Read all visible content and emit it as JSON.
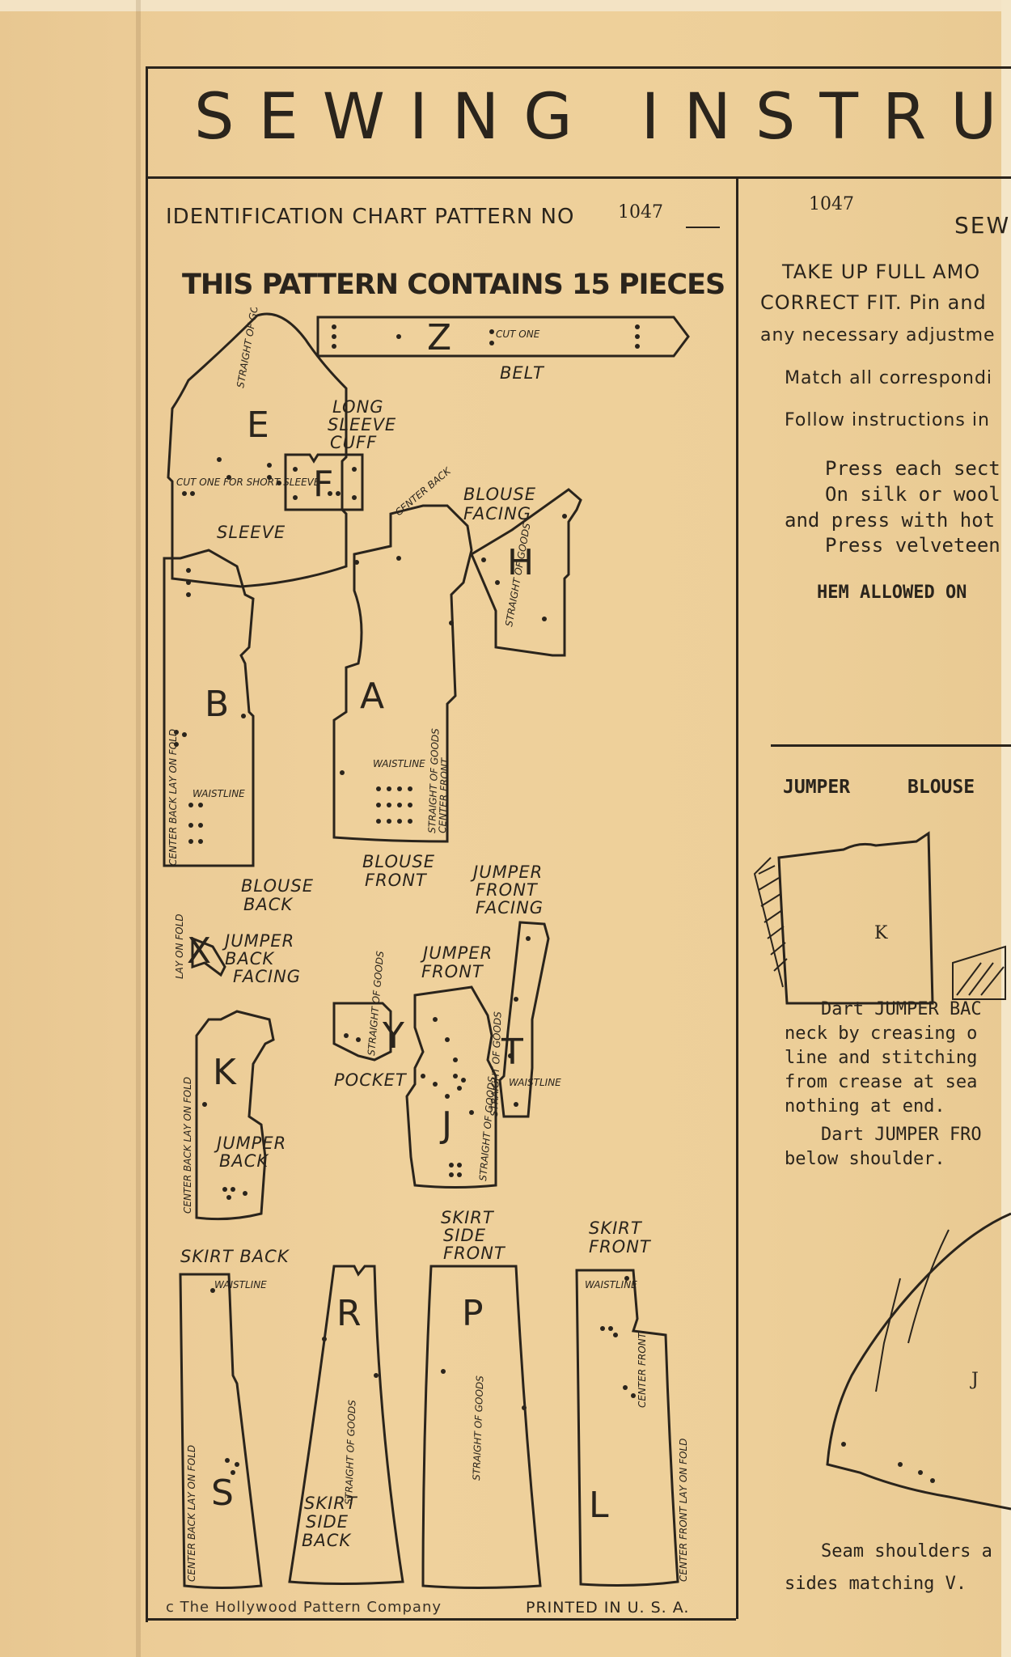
{
  "header": {
    "title": "SEWING INSTRU"
  },
  "chart": {
    "heading": "IDENTIFICATION CHART PATTERN NO",
    "pattern_no": "1047",
    "contains": "THIS PATTERN CONTAINS 15 PIECES",
    "footer_left": "c The Hollywood Pattern Company",
    "footer_right": "PRINTED IN U. S. A."
  },
  "pieces": {
    "Z": {
      "letter": "Z",
      "label": "BELT",
      "note": "CUT ONE"
    },
    "E": {
      "letter": "E",
      "label": "SLEEVE",
      "note1": "STRAIGHT OF GOODS",
      "note2": "CUT ONE FOR SHORT SLEEVE"
    },
    "F": {
      "letter": "F",
      "label1": "LONG",
      "label2": "SLEEVE",
      "label3": "CUFF"
    },
    "H": {
      "letter": "H",
      "label1": "BLOUSE",
      "label2": "FACING",
      "note": "STRAIGHT OF GOODS"
    },
    "A": {
      "letter": "A",
      "label1": "BLOUSE",
      "label2": "FRONT",
      "note1": "CENTER BACK",
      "note2": "WAISTLINE",
      "note3": "STRAIGHT OF GOODS",
      "note4": "CENTER FRONT"
    },
    "B": {
      "letter": "B",
      "label1": "BLOUSE",
      "label2": "BACK",
      "note1": "CENTER BACK LAY ON FOLD",
      "note2": "WAISTLINE"
    },
    "X": {
      "letter": "X",
      "label1": "JUMPER",
      "label2": "BACK",
      "label3": "FACING",
      "note": "LAY ON FOLD"
    },
    "Y": {
      "letter": "Y",
      "label": "POCKET",
      "note": "STRAIGHT OF GOODS"
    },
    "T": {
      "letter": "T",
      "label1": "JUMPER",
      "label2": "FRONT",
      "label3": "FACING",
      "note1": "STRAIGHT OF GOODS",
      "note2": "WAISTLINE"
    },
    "K": {
      "letter": "K",
      "label1": "JUMPER",
      "label2": "BACK",
      "note": "CENTER BACK LAY ON FOLD"
    },
    "J": {
      "letter": "J",
      "label1": "JUMPER",
      "label2": "FRONT",
      "note": "STRAIGHT OF GOODS"
    },
    "S": {
      "letter": "S",
      "label": "SKIRT BACK",
      "note1": "WAISTLINE",
      "note2": "CENTER BACK LAY ON FOLD"
    },
    "R": {
      "letter": "R",
      "label1": "SKIRT",
      "label2": "SIDE",
      "label3": "BACK",
      "note": "STRAIGHT OF GOODS"
    },
    "P": {
      "letter": "P",
      "label1": "SKIRT",
      "label2": "SIDE",
      "label3": "FRONT",
      "note": "STRAIGHT OF GOODS"
    },
    "L": {
      "letter": "L",
      "label1": "SKIRT",
      "label2": "FRONT",
      "note1": "WAISTLINE",
      "note2": "CENTER FRONT",
      "note3": "CENTER FRONT LAY ON FOLD"
    }
  },
  "instructions": {
    "pattern_no": "1047",
    "heading": "SEW",
    "lines": [
      "TAKE UP FULL AMO",
      "CORRECT FIT. Pin and",
      "any necessary adjustme",
      "Match all correspondi",
      "Follow instructions in",
      "Press each sect",
      "On silk or wool",
      "and press with hot",
      "Press velveteen",
      "HEM ALLOWED ON"
    ],
    "section_heads": [
      "JUMPER",
      "BLOUSE"
    ],
    "dart_lines": [
      "Dart JUMPER BAC",
      "neck by creasing o",
      "line and stitching",
      "from crease at sea",
      "nothing at end.",
      "Dart JUMPER FRO",
      "below shoulder."
    ],
    "fig1_label": "K",
    "fig2_label": "J",
    "seam_lines": [
      "Seam shoulders a",
      "sides matching V."
    ]
  }
}
